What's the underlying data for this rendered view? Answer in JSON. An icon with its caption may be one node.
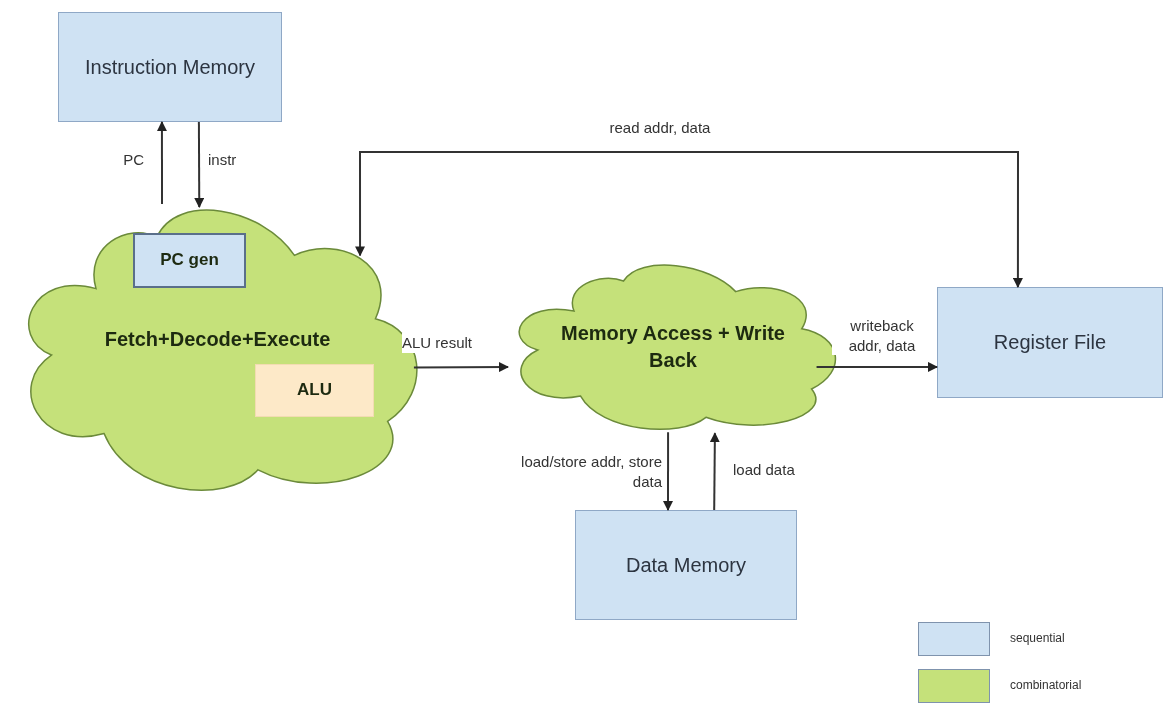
{
  "diagram": {
    "nodes": [
      {
        "text": [
          "Instruction Memory"
        ]
      },
      {
        "text": [
          "Fetch+Decode+Execute"
        ]
      },
      {
        "text": [
          "PC gen"
        ],
        "in": 1
      },
      {
        "text": [
          "ALU"
        ],
        "in": 1
      },
      {
        "text": [
          "Memory Access + Write Back"
        ]
      },
      {
        "text": [
          "Register File"
        ]
      },
      {
        "text": [
          "Data Memory"
        ]
      }
    ],
    "edges": [
      {
        "from": 1,
        "to": 0,
        "arrow": "to",
        "label": "PC"
      },
      {
        "from": 0,
        "to": 1,
        "arrow": "to",
        "label": "instr"
      },
      {
        "from": 1,
        "to": 5,
        "arrow": "both",
        "label": "read addr, data"
      },
      {
        "from": 1,
        "to": 4,
        "arrow": "to",
        "label": "ALU result"
      },
      {
        "from": 4,
        "to": 5,
        "arrow": "to",
        "label": "writeback addr, data"
      },
      {
        "from": 4,
        "to": 6,
        "arrow": "to",
        "label": "load/store addr, store data"
      },
      {
        "from": 6,
        "to": 4,
        "arrow": "to",
        "label": "load data"
      }
    ],
    "legend": [
      {
        "text": "sequential",
        "color": "#cfe2f3"
      },
      {
        "text": "combinatorial",
        "color": "#c5e17a"
      }
    ]
  }
}
